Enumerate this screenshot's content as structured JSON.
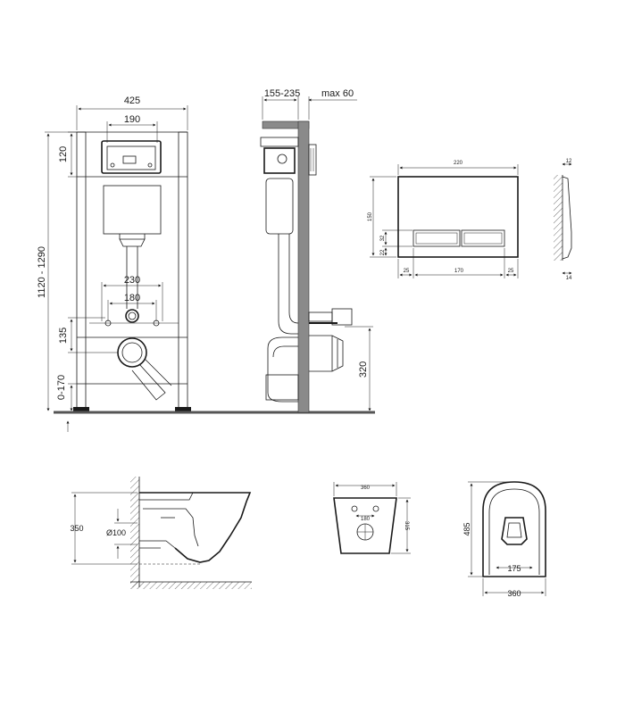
{
  "front_view": {
    "width": "425",
    "top_width": "190",
    "top_height": "120",
    "total_height": "1120 - 1290",
    "fixing_width_outer": "230",
    "fixing_width_inner": "180",
    "fixing_height": "135",
    "leg_adjust": "0-170"
  },
  "side_view": {
    "depth": "155-235",
    "max_wall": "max 60",
    "drain_height": "320"
  },
  "flush_plate": {
    "width": "220",
    "height": "150",
    "button_height": "32",
    "bottom_offset": "22",
    "left_margin": "25",
    "button_width": "170",
    "right_margin": "25",
    "depth_top": "12",
    "depth_bottom": "14"
  },
  "bowl_side": {
    "height": "350",
    "pipe_diameter": "Ø100"
  },
  "bowl_rear": {
    "width": "360",
    "hole_spacing": "180",
    "height": "315"
  },
  "bowl_top": {
    "length": "485",
    "seat_width": "175",
    "width": "360"
  }
}
